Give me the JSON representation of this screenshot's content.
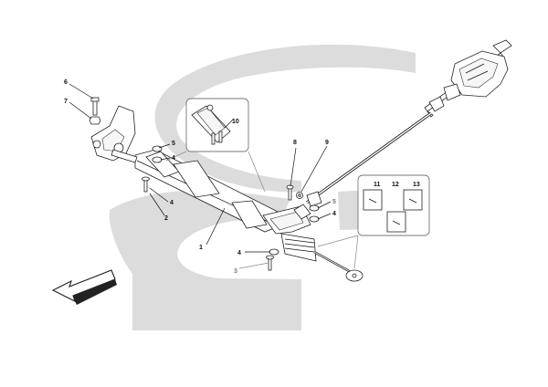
{
  "callouts": {
    "c1": "1",
    "c2": "2",
    "c3": "3",
    "c4a": "4",
    "c4b": "4",
    "c4c": "4",
    "c4d": "4",
    "c5a": "5",
    "c5b": "5",
    "c6": "6",
    "c7": "7",
    "c8": "8",
    "c9": "9",
    "c10": "10",
    "c11": "11",
    "c12": "12",
    "c13": "13"
  },
  "colors": {
    "background": "#ffffff",
    "watermark": "#dcdcdc",
    "line": "#222222",
    "inset_border": "#777777"
  }
}
